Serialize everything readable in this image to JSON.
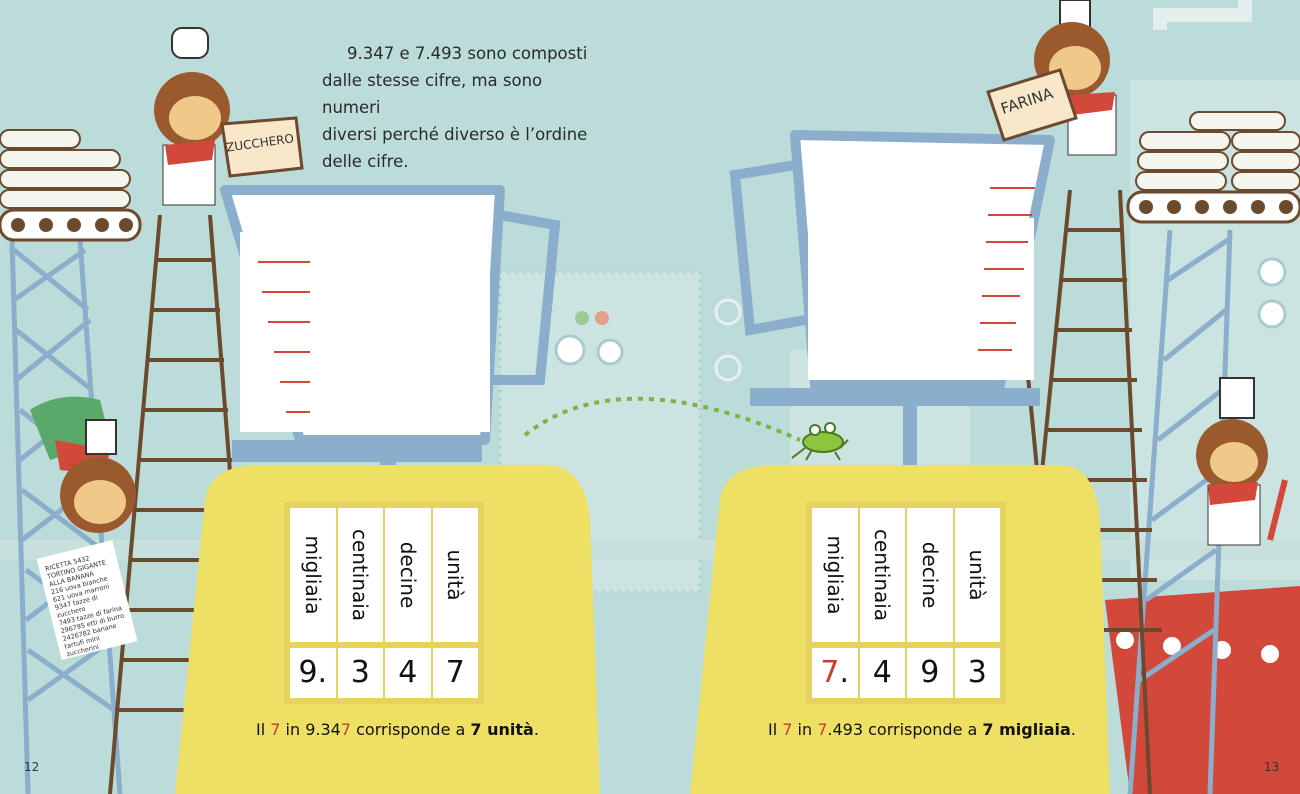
{
  "intro_lines": [
    "9.347 e 7.493 sono composti",
    "dalle stesse cifre, ma sono numeri",
    "diversi perché diverso è l’ordine",
    "delle cifre."
  ],
  "left_table": {
    "headers": [
      "migliaia",
      "centinaia",
      "decine",
      "unità"
    ],
    "digits": [
      "9.",
      "3",
      "4",
      "7"
    ]
  },
  "right_table": {
    "headers": [
      "migliaia",
      "centinaia",
      "decine",
      "unità"
    ],
    "digits": [
      "7.",
      "4",
      "9",
      "3"
    ]
  },
  "left_sentence": {
    "p1": "Il ",
    "r1": "7",
    "p2": " in 9.34",
    "r2": "7",
    "p3": " corrisponde a ",
    "b1": "7 unità",
    "p4": "."
  },
  "right_sentence": {
    "p1": "Il ",
    "r1": "7",
    "p2": " in ",
    "r2": "7",
    "p3": ".493 corrisponde a ",
    "b1": "7 migliaia",
    "p4": "."
  },
  "page_left": "12",
  "page_right": "13",
  "sign_left": "ZUCCHERO",
  "sign_right": "FARINA",
  "recipe": {
    "title1": "RICETTA 5432",
    "title2": "TORTINO GIGANTE",
    "title3": "ALLA BANANA",
    "lines": [
      "216  uova bianche",
      "621  uova marroni",
      "9347  tazze di zucchero",
      "7493  tazze di farina",
      "296795  etti di burro",
      "2426782  banane",
      "tartufi mini",
      "zuccherini"
    ]
  },
  "colors": {
    "background": "#bcdcda",
    "scale_yellow": "#ede064",
    "jug_blue": "#8aaecb",
    "accent_red": "#c63d2f",
    "ladder_brown": "#6b4a2e"
  }
}
